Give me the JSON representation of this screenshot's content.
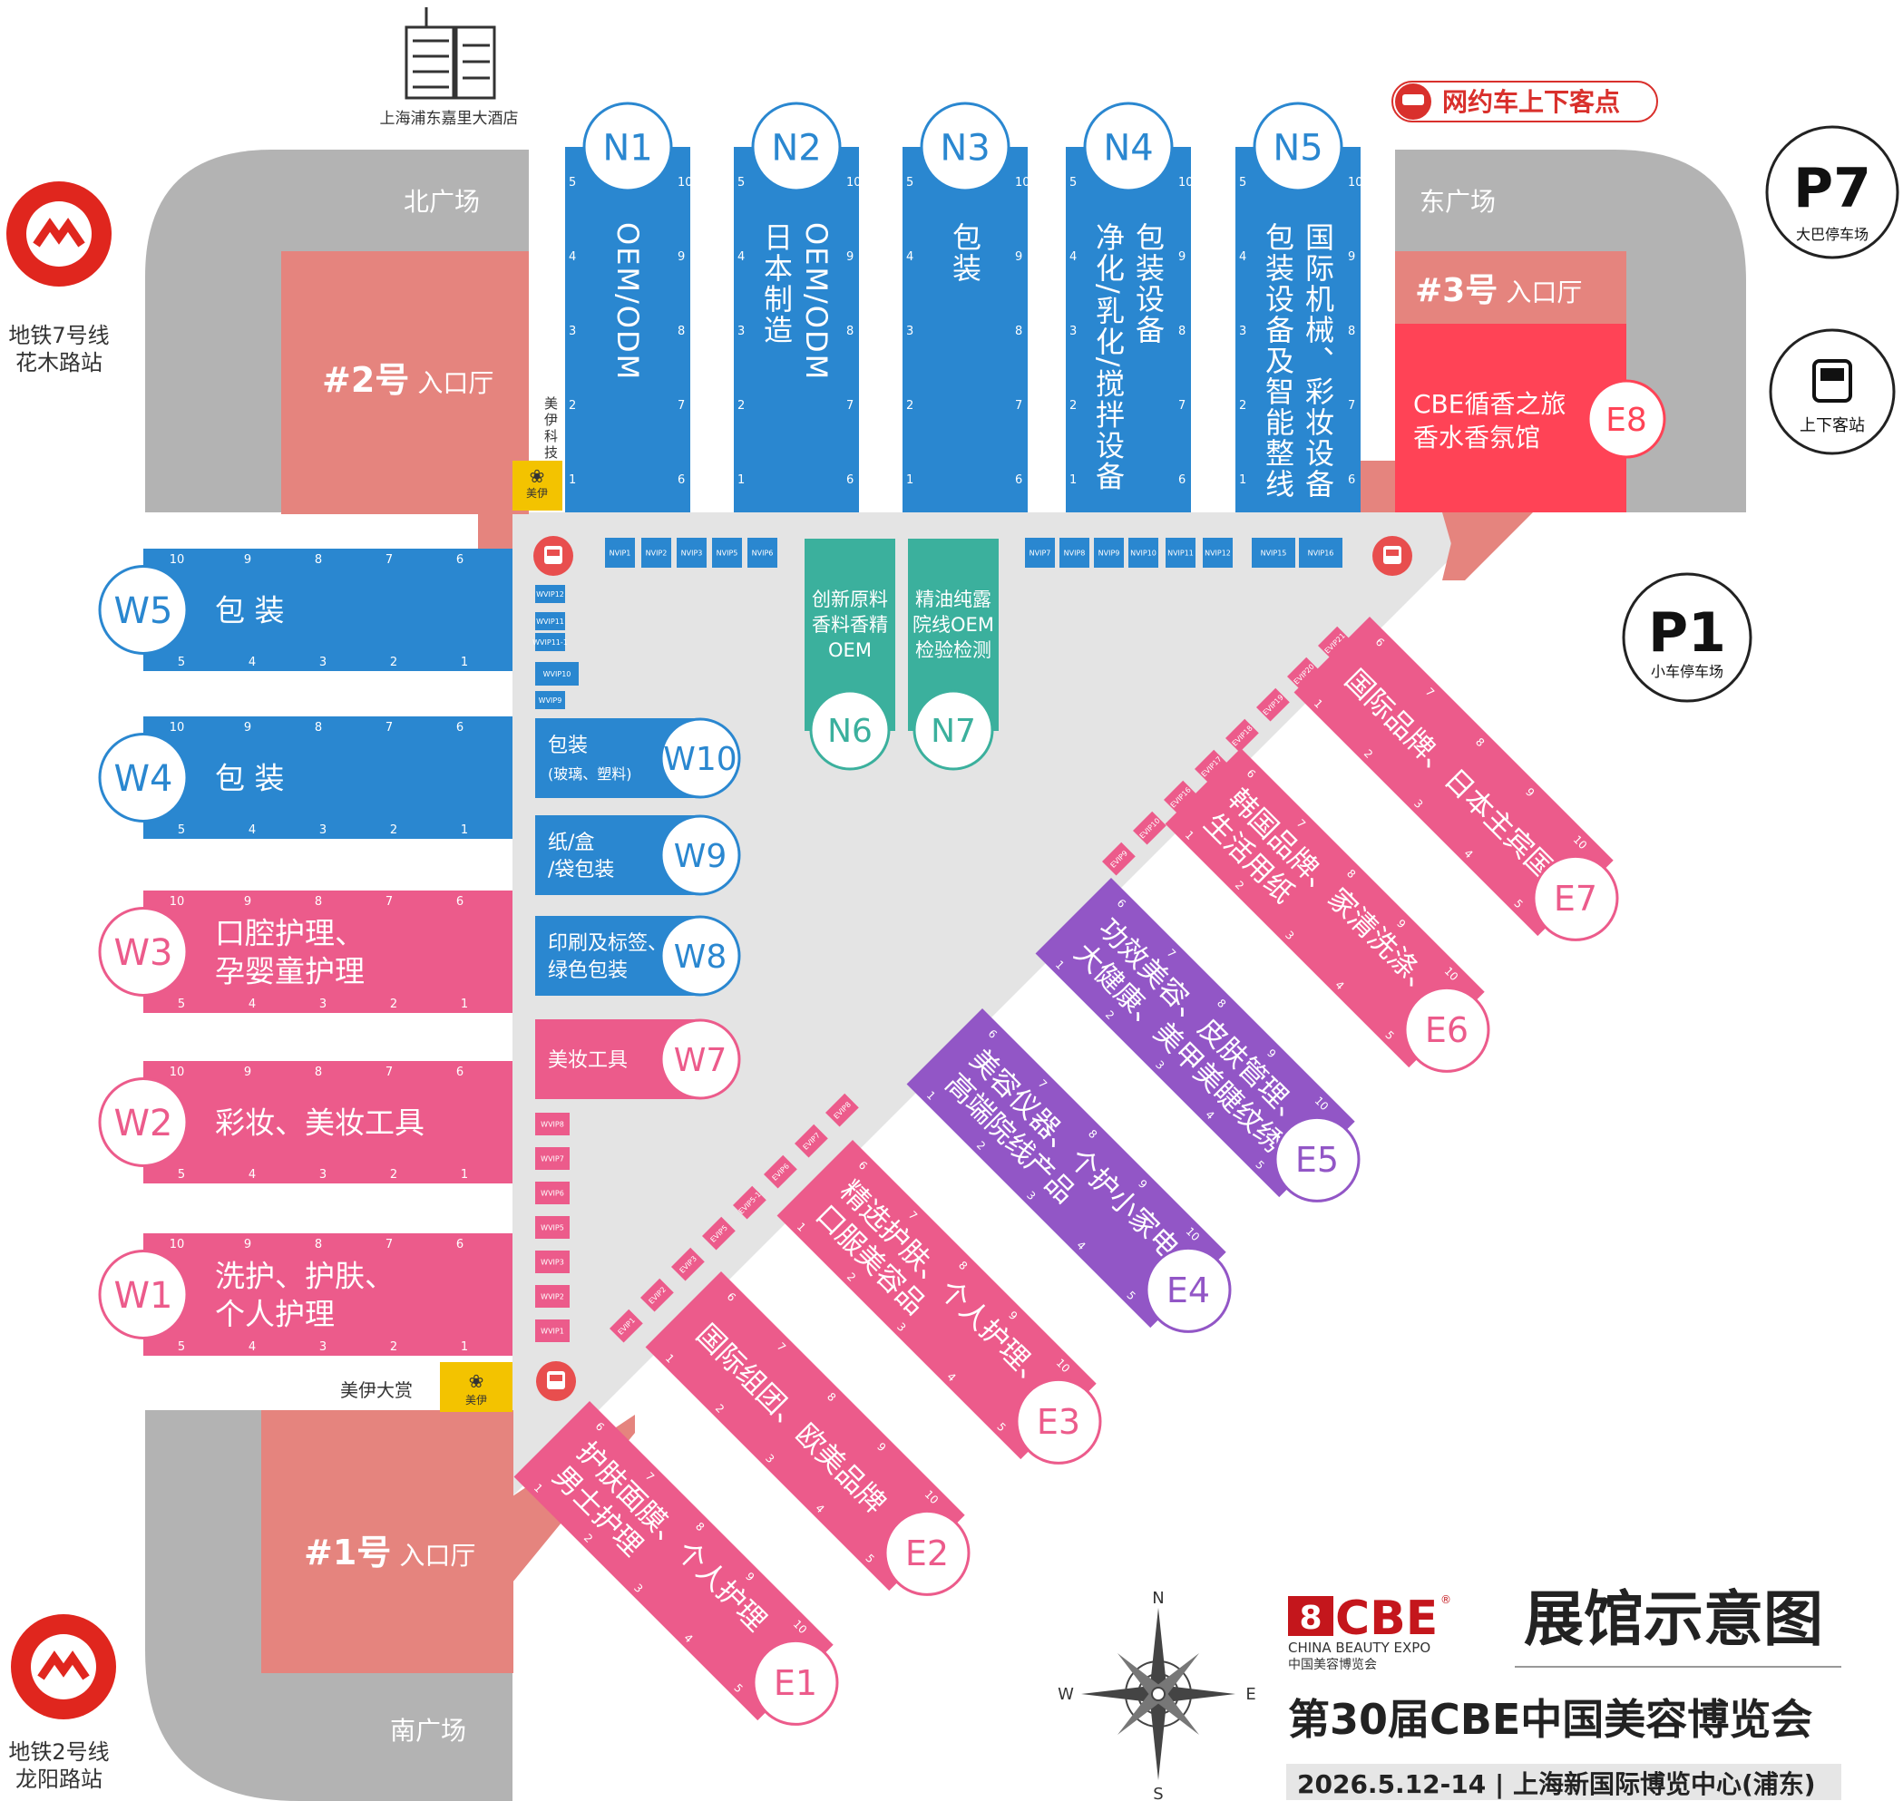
{
  "title": "展馆示意图",
  "subtitle": "第30届CBE中国美容博览会",
  "date_venue": "2026.5.12-14 | 上海新国际博览中心(浦东)",
  "brand": {
    "logo_text": "CBE",
    "en": "CHINA BEAUTY EXPO",
    "cn": "中国美容博览会",
    "registered": "®"
  },
  "plazas": {
    "north": "北广场",
    "east": "东广场",
    "south": "南广场"
  },
  "hotel": "上海浦东嘉里大酒店",
  "ride_hailing": "网约车上下客点",
  "metro": {
    "line7": [
      "地铁7号线",
      "花木路站"
    ],
    "line2": [
      "地铁2号线",
      "龙阳路站"
    ]
  },
  "parking": {
    "p7": {
      "code": "P7",
      "label": "大巴停车场"
    },
    "p1": {
      "code": "P1",
      "label": "小车停车场"
    },
    "bus": {
      "label": "上下客站"
    }
  },
  "entrances": {
    "e1": {
      "big": "#1号",
      "small": "入口厅"
    },
    "e2": {
      "big": "#2号",
      "small": "入口厅"
    },
    "e3": {
      "big": "#3号",
      "small": "入口厅"
    }
  },
  "sponsors": {
    "north": "美伊科技",
    "south": "美伊大赏",
    "badge": "美伊"
  },
  "compass": {
    "n": "N",
    "s": "S",
    "e": "E",
    "w": "W"
  },
  "colors": {
    "blue": "#2a87d0",
    "pink": "#ec5b8b",
    "purple": "#9256c6",
    "teal": "#3bb09d",
    "salmon": "#e5847e",
    "red": "#ff4356",
    "grey": "#b3b3b3",
    "plaza": "#e5e5e5",
    "yellow": "#f3c300"
  },
  "north_halls": [
    {
      "code": "N1",
      "lines": [
        "OEM/ODM"
      ]
    },
    {
      "code": "N2",
      "lines": [
        "OEM/ODM",
        "日本制造"
      ]
    },
    {
      "code": "N3",
      "lines": [
        "包装"
      ]
    },
    {
      "code": "N4",
      "lines": [
        "包装设备",
        "净化/乳化/搅拌设备"
      ]
    },
    {
      "code": "N5",
      "lines": [
        "国际机械、彩妆设备",
        "包装设备及智能整线"
      ]
    }
  ],
  "n_halls_small": [
    {
      "code": "N6",
      "lines": [
        "创新原料",
        "香料香精",
        "OEM"
      ]
    },
    {
      "code": "N7",
      "lines": [
        "精油纯露",
        "院线OEM",
        "检验检测"
      ]
    }
  ],
  "west_halls": [
    {
      "code": "W5",
      "color": "blue",
      "lines": [
        "包 装"
      ]
    },
    {
      "code": "W4",
      "color": "blue",
      "lines": [
        "包 装"
      ]
    },
    {
      "code": "W3",
      "color": "pink",
      "lines": [
        "口腔护理、",
        "孕婴童护理"
      ]
    },
    {
      "code": "W2",
      "color": "pink",
      "lines": [
        "彩妆、美妆工具"
      ]
    },
    {
      "code": "W1",
      "color": "pink",
      "lines": [
        "洗护、护肤、",
        "个人护理"
      ]
    }
  ],
  "w_small_halls": [
    {
      "code": "W10",
      "color": "blue",
      "lines": [
        "包装",
        "(玻璃、塑料)"
      ]
    },
    {
      "code": "W9",
      "color": "blue",
      "lines": [
        "纸/盒",
        "/袋包装"
      ]
    },
    {
      "code": "W8",
      "color": "blue",
      "lines": [
        "印刷及标签、",
        "绿色包装"
      ]
    },
    {
      "code": "W7",
      "color": "pink",
      "lines": [
        "美妆工具"
      ]
    }
  ],
  "east_halls": [
    {
      "code": "E1",
      "color": "pink",
      "lines": [
        "护肤面膜、个人护理",
        "男士护理"
      ]
    },
    {
      "code": "E2",
      "color": "pink",
      "lines": [
        "国际组团、欧美品牌"
      ]
    },
    {
      "code": "E3",
      "color": "pink",
      "lines": [
        "精选护肤、个人护理、",
        "口服美容品"
      ]
    },
    {
      "code": "E4",
      "color": "purple",
      "lines": [
        "美容仪器、个护小家电、",
        "高端院线产品"
      ]
    },
    {
      "code": "E5",
      "color": "purple",
      "lines": [
        "功效美容、皮肤管理、",
        "大健康、美甲美睫纹绣"
      ]
    },
    {
      "code": "E6",
      "color": "pink",
      "lines": [
        "韩国品牌、家清洗涤、",
        "生活用纸"
      ]
    },
    {
      "code": "E7",
      "color": "pink",
      "lines": [
        "国际品牌、日本主宾国"
      ]
    }
  ],
  "e8": {
    "code": "E8",
    "lines": [
      "CBE循香之旅",
      "香水香氛馆"
    ]
  },
  "vip_north": [
    "NVIP1",
    "NVIP2",
    "NVIP3",
    "NVIP5",
    "NVIP6",
    "NVIP7",
    "NVIP8",
    "NVIP9",
    "NVIP10",
    "NVIP11",
    "NVIP12",
    "NVIP15",
    "NVIP16"
  ],
  "vip_west_top": [
    "WVIP12",
    "WVIP11",
    "WVIP11-1",
    "WVIP10",
    "WVIP9"
  ],
  "vip_west_bottom": [
    "WVIP8",
    "WVIP7",
    "WVIP6",
    "WVIP5",
    "WVIP3",
    "WVIP2",
    "WVIP1"
  ],
  "vip_east_lower": [
    "EVIP1",
    "EVIP2",
    "EVIP3",
    "EVIP5",
    "EVIP5-1",
    "EVIP6",
    "EVIP7",
    "EVIP8"
  ],
  "vip_east_upper": [
    "EVIP9",
    "EVIP10",
    "EVIP16",
    "EVIP17",
    "EVIP18",
    "EVIP19",
    "EVIP20",
    "EVIP21"
  ]
}
